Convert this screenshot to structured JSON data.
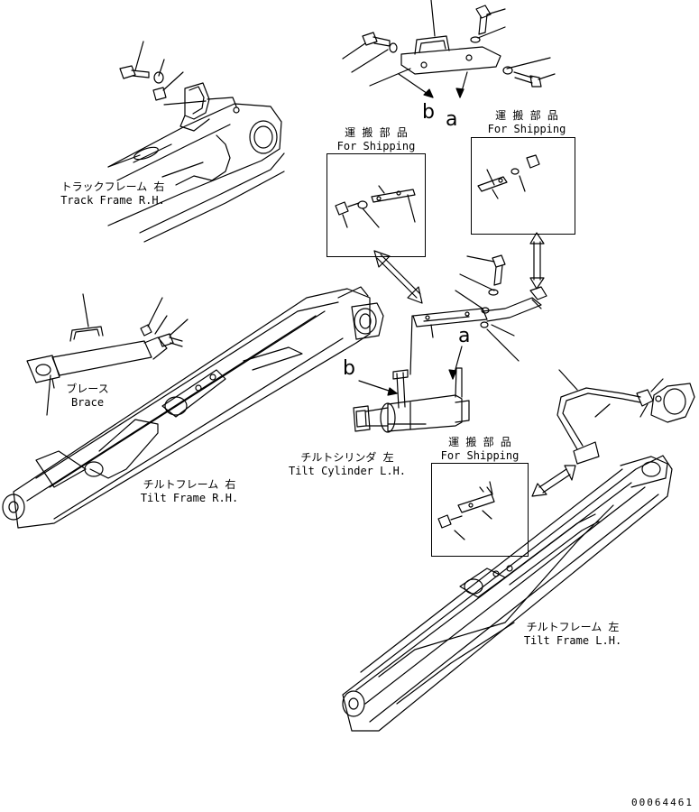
{
  "labels": {
    "track_frame_rh": {
      "jp": "トラックフレーム 右",
      "en": "Track Frame R.H."
    },
    "brace": {
      "jp": "ブレース",
      "en": "Brace"
    },
    "tilt_frame_rh": {
      "jp": "チルトフレーム 右",
      "en": "Tilt Frame R.H."
    },
    "tilt_cylinder_lh": {
      "jp": "チルトシリンダ 左",
      "en": "Tilt Cylinder L.H."
    },
    "tilt_frame_lh": {
      "jp": "チルトフレーム 左",
      "en": "Tilt Frame L.H."
    },
    "shipping_1": {
      "jp": "運 搬 部 品",
      "en": "For Shipping"
    },
    "shipping_2": {
      "jp": "運 搬 部 品",
      "en": "For Shipping"
    },
    "shipping_3": {
      "jp": "運 搬 部 品",
      "en": "For Shipping"
    }
  },
  "markers": {
    "a_top": "a",
    "b_top": "b",
    "a_mid": "a",
    "b_mid": "b"
  },
  "reference_number": "00064461",
  "colors": {
    "ink": "#000000",
    "paper": "#ffffff"
  }
}
